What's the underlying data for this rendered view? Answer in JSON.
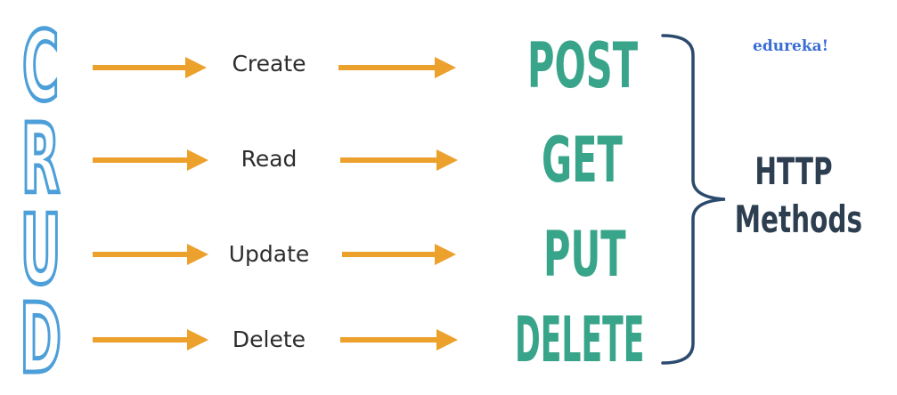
{
  "brand": "edureka!",
  "acronym": [
    "C",
    "R",
    "U",
    "D"
  ],
  "operations": [
    "Create",
    "Read",
    "Update",
    "Delete"
  ],
  "methods": [
    "POST",
    "GET",
    "PUT",
    "DELETE"
  ],
  "group_label": {
    "line1": "HTTP",
    "line2": "Methods"
  },
  "colors": {
    "acronym_outline": "#4c9fd8",
    "arrow": "#eca12c",
    "method": "#38a489",
    "group_label": "#2c3e50",
    "brace": "#2c4a6e",
    "brand": "#3b6ed2"
  }
}
